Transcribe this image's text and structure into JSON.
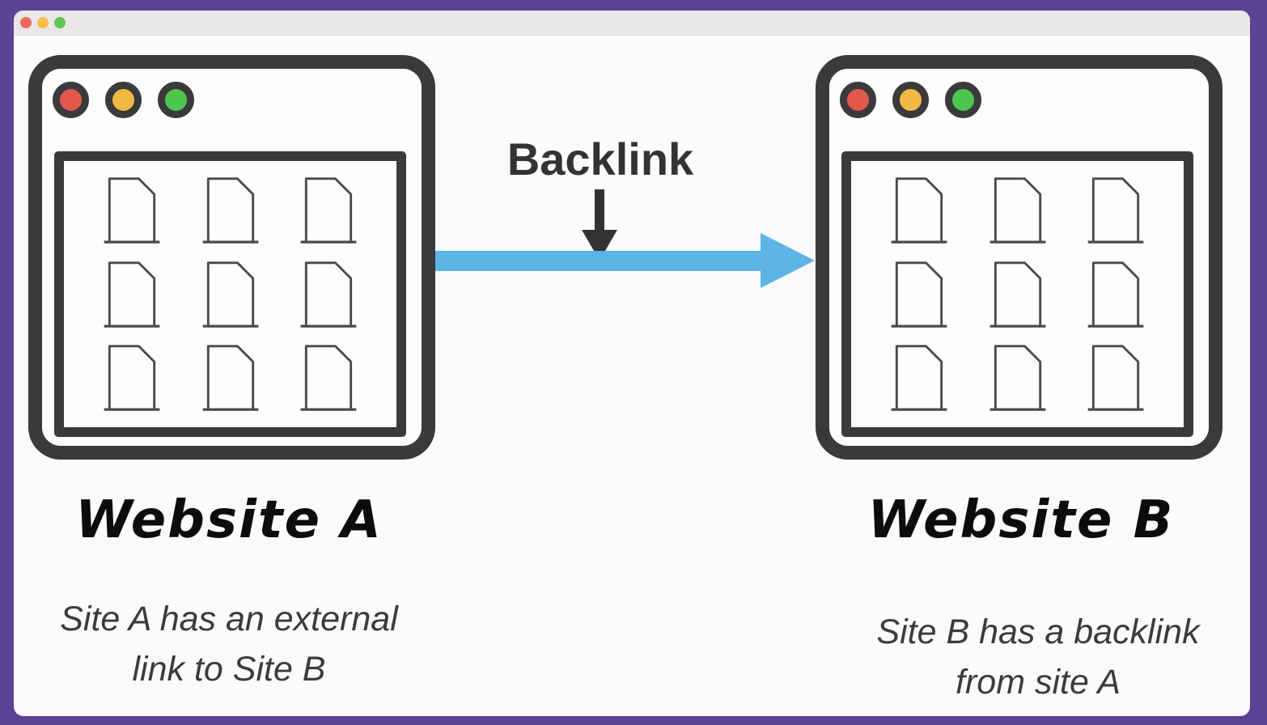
{
  "desktop": {
    "background_color": "#5b4294"
  },
  "titlebar": {
    "dots": [
      {
        "name": "close",
        "color": "#ee6a5f"
      },
      {
        "name": "minimize",
        "color": "#f5bd4e"
      },
      {
        "name": "zoom",
        "color": "#61c555"
      }
    ]
  },
  "diagram": {
    "backlink_label": "Backlink",
    "arrow_color": "#5bb4e5",
    "browser_dot_colors": [
      "#e4574e",
      "#f2b844",
      "#4ec64e"
    ],
    "colors": {
      "window_outline": "#3a3a3c",
      "page_outline": "#4a4a4a",
      "heading_text": "#333333",
      "caption_text": "#3b3b3b"
    },
    "windows": [
      {
        "label": "Website A",
        "caption_lines": [
          "Site A has an external",
          "link to Site B"
        ],
        "page_count": 9
      },
      {
        "label": "Website B",
        "caption_lines": [
          "Site B has a backlink",
          "from site A"
        ],
        "page_count": 9
      }
    ]
  }
}
